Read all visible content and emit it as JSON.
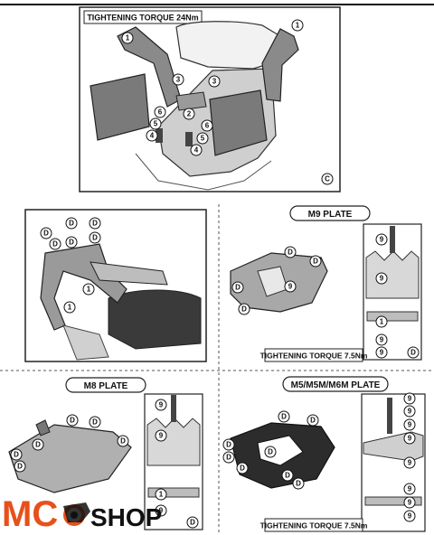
{
  "panel_top": {
    "torque": "TIGHTENING TORQUE 24Nm",
    "corner": "C",
    "callouts": [
      "1",
      "1",
      "2",
      "3",
      "3",
      "4",
      "4",
      "5",
      "5",
      "6",
      "6"
    ]
  },
  "panel_rack": {
    "callouts": [
      "D",
      "D",
      "D",
      "D",
      "D",
      "D",
      "1",
      "1"
    ]
  },
  "panel_m9": {
    "title": "M9 PLATE",
    "torque": "TIGHTENING TORQUE 7.5Nm",
    "callouts_plate": [
      "D",
      "D",
      "D",
      "D",
      "9"
    ],
    "callouts_side": [
      "9",
      "9",
      "1",
      "9",
      "9",
      "D"
    ]
  },
  "panel_m8": {
    "title": "M8 PLATE",
    "callouts_plate": [
      "D",
      "D",
      "D",
      "D",
      "D",
      "D"
    ],
    "callouts_side": [
      "9",
      "9",
      "1",
      "9",
      "D"
    ]
  },
  "panel_m5": {
    "title": "M5/M5M/M6M PLATE",
    "torque": "TIGHTENING TORQUE 7.5Nm",
    "callouts_plate": [
      "D",
      "D",
      "D",
      "D",
      "D",
      "D",
      "D",
      "D"
    ],
    "callouts_side": [
      "9",
      "9",
      "9",
      "9",
      "9",
      "9",
      "9",
      "9"
    ]
  },
  "watermark": {
    "brand_left": "MC",
    "brand_right": "SHOP",
    "colors": {
      "accent": "#e8501a",
      "dark": "#111111"
    }
  }
}
